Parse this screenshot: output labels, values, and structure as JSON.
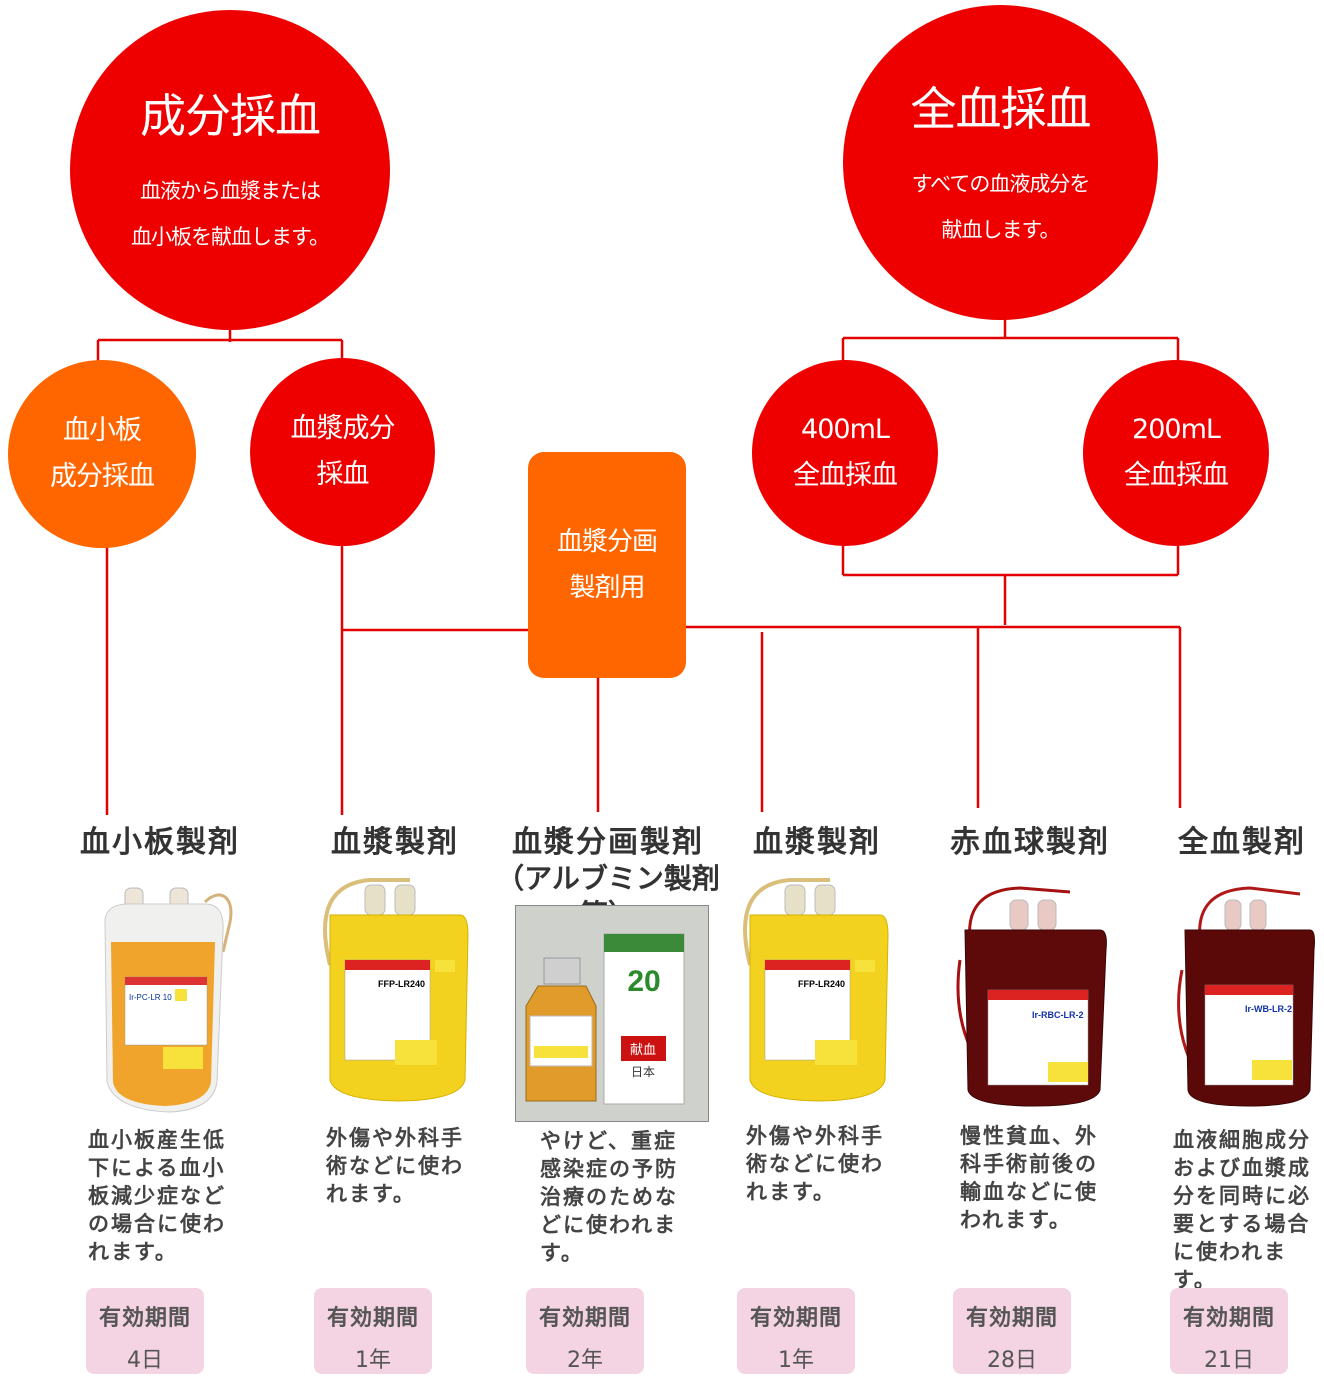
{
  "top": {
    "component_donation": {
      "title": "成分採血",
      "line1": "血液から血漿または",
      "line2": "血小板を献血します。"
    },
    "whole_blood_donation": {
      "title": "全血採血",
      "line1": "すべての血液成分を",
      "line2": "献血します。"
    }
  },
  "mid": {
    "platelet_apheresis": {
      "line1": "血小板",
      "line2": "成分採血"
    },
    "plasma_apheresis": {
      "line1": "血漿成分",
      "line2": "採血"
    },
    "fractionation": {
      "line1": "血漿分画",
      "line2": "製剤用"
    },
    "whole_400": {
      "line1": "400mL",
      "line2": "全血採血"
    },
    "whole_200": {
      "line1": "200mL",
      "line2": "全血採血"
    }
  },
  "products": [
    {
      "title": "血小板製剤",
      "sub": "",
      "desc": "血小板産生低\n下による血小\n板減少症など\nの場合に使わ\nれます。",
      "expiry_label": "有効期間",
      "expiry_value": "4日"
    },
    {
      "title": "血漿製剤",
      "sub": "",
      "desc": "外傷や外科手\n術などに使わ\nれます。",
      "expiry_label": "有効期間",
      "expiry_value": "1年"
    },
    {
      "title": "血漿分画製剤",
      "sub": "（アルブミン製剤等）",
      "desc": "やけど、重症\n感染症の予防\n治療のためな\nどに使われま\nす。",
      "expiry_label": "有効期間",
      "expiry_value": "2年"
    },
    {
      "title": "血漿製剤",
      "sub": "",
      "desc": "外傷や外科手\n術などに使わ\nれます。",
      "expiry_label": "有効期間",
      "expiry_value": "1年"
    },
    {
      "title": "赤血球製剤",
      "sub": "",
      "desc": "慢性貧血、外\n科手術前後の\n輸血などに使\nわれます。",
      "expiry_label": "有効期間",
      "expiry_value": "28日"
    },
    {
      "title": "全血製剤",
      "sub": "",
      "desc": "血液細胞成分\nおよび血漿成\n分を同時に必\n要とする場合\nに使われます。",
      "expiry_label": "有効期間",
      "expiry_value": "21日"
    }
  ],
  "bag_labels": {
    "platelet": "Ir-PC-LR 10",
    "plasma1": "FFP-LR240",
    "plasma2": "FFP-LR240",
    "rbc": "Ir-RBC-LR-2",
    "whole": "Ir-WB-LR-2",
    "albumin_number": "20",
    "albumin_badge": "献血",
    "albumin_origin": "日本"
  },
  "colors": {
    "red": "#ee0000",
    "orange": "#ff6600",
    "expiry_bg": "#f4d3e2"
  }
}
